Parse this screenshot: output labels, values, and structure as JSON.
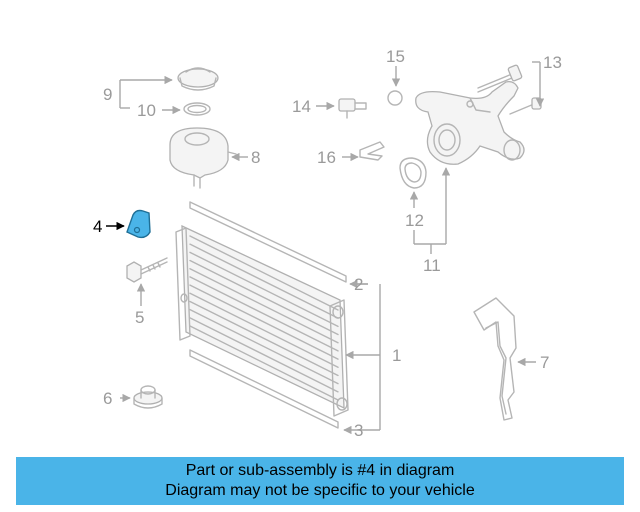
{
  "diagram": {
    "callouts": {
      "c1": "1",
      "c2": "2",
      "c3": "3",
      "c4": "4",
      "c5": "5",
      "c6": "6",
      "c7": "7",
      "c8": "8",
      "c9": "9",
      "c10": "10",
      "c11": "11",
      "c12": "12",
      "c13": "13",
      "c14": "14",
      "c15": "15",
      "c16": "16"
    },
    "highlighted_part": "4",
    "highlight_color": "#4ab4e8"
  },
  "banner": {
    "line1": "Part or sub-assembly is #4 in diagram",
    "line2": "Diagram may not be specific to your vehicle",
    "background": "#4ab4e8"
  }
}
